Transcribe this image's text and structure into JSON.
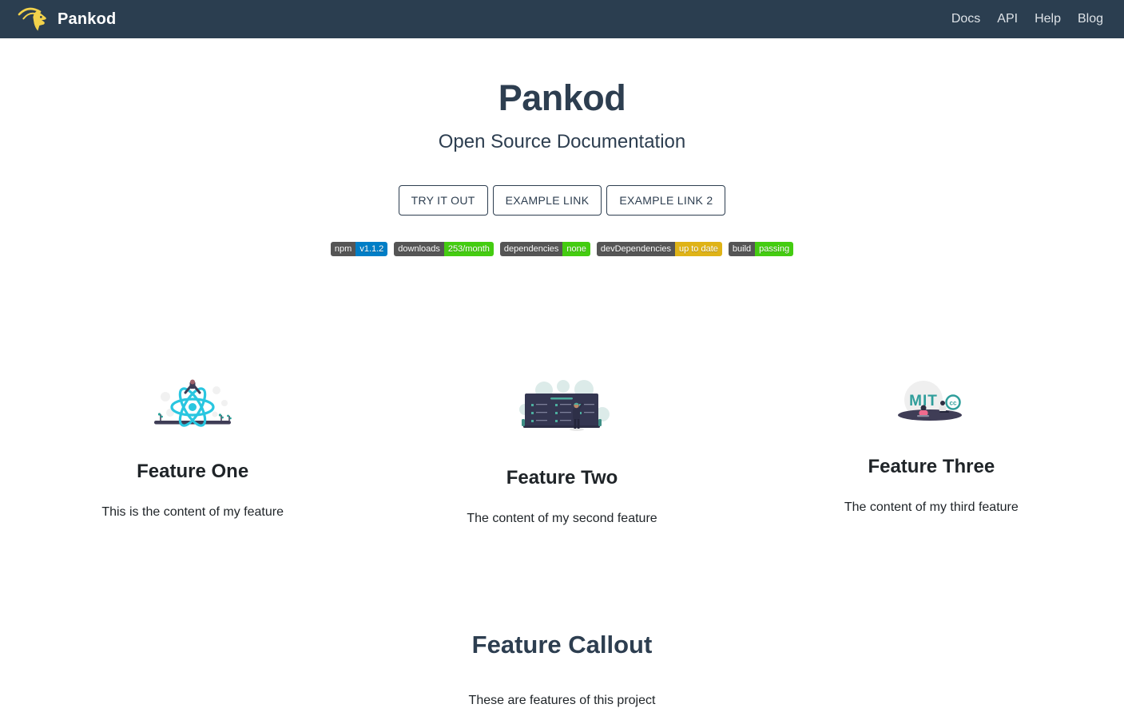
{
  "navbar": {
    "brand": "Pankod",
    "items": [
      {
        "label": "Docs"
      },
      {
        "label": "API"
      },
      {
        "label": "Help"
      },
      {
        "label": "Blog"
      }
    ]
  },
  "hero": {
    "title": "Pankod",
    "subtitle": "Open Source Documentation"
  },
  "actions": [
    {
      "label": "TRY IT OUT"
    },
    {
      "label": "EXAMPLE LINK"
    },
    {
      "label": "EXAMPLE LINK 2"
    }
  ],
  "badges": [
    {
      "label": "npm",
      "value": "v1.1.2",
      "value_color": "#007ec6"
    },
    {
      "label": "downloads",
      "value": "253/month",
      "value_color": "#44cc11"
    },
    {
      "label": "dependencies",
      "value": "none",
      "value_color": "#44cc11"
    },
    {
      "label": "devDependencies",
      "value": "up to date",
      "value_color": "#dfb317"
    },
    {
      "label": "build",
      "value": "passing",
      "value_color": "#44cc11"
    }
  ],
  "features": [
    {
      "title": "Feature One",
      "text": "This is the content of my feature",
      "illustration": "react-atom"
    },
    {
      "title": "Feature Two",
      "text": "The content of my second feature",
      "illustration": "scrum-board"
    },
    {
      "title": "Feature Three",
      "text": "The content of my third feature",
      "illustration": "open-source-mit"
    }
  ],
  "callout": {
    "title": "Feature Callout",
    "text": "These are features of this project"
  },
  "colors": {
    "navbar_bg": "#2b3e50",
    "heading_navy": "#2d3e50",
    "body_text": "#1f2428",
    "badge_label_bg": "#555555",
    "badge_blue": "#007ec6",
    "badge_green": "#44cc11",
    "badge_yellow": "#dfb317",
    "logo_yellow": "#f2d24b",
    "illustration_cyan": "#29c6e0",
    "illustration_teal": "#2f9e9b",
    "illustration_dark": "#3f3d56",
    "illustration_pink": "#f06a8d"
  }
}
